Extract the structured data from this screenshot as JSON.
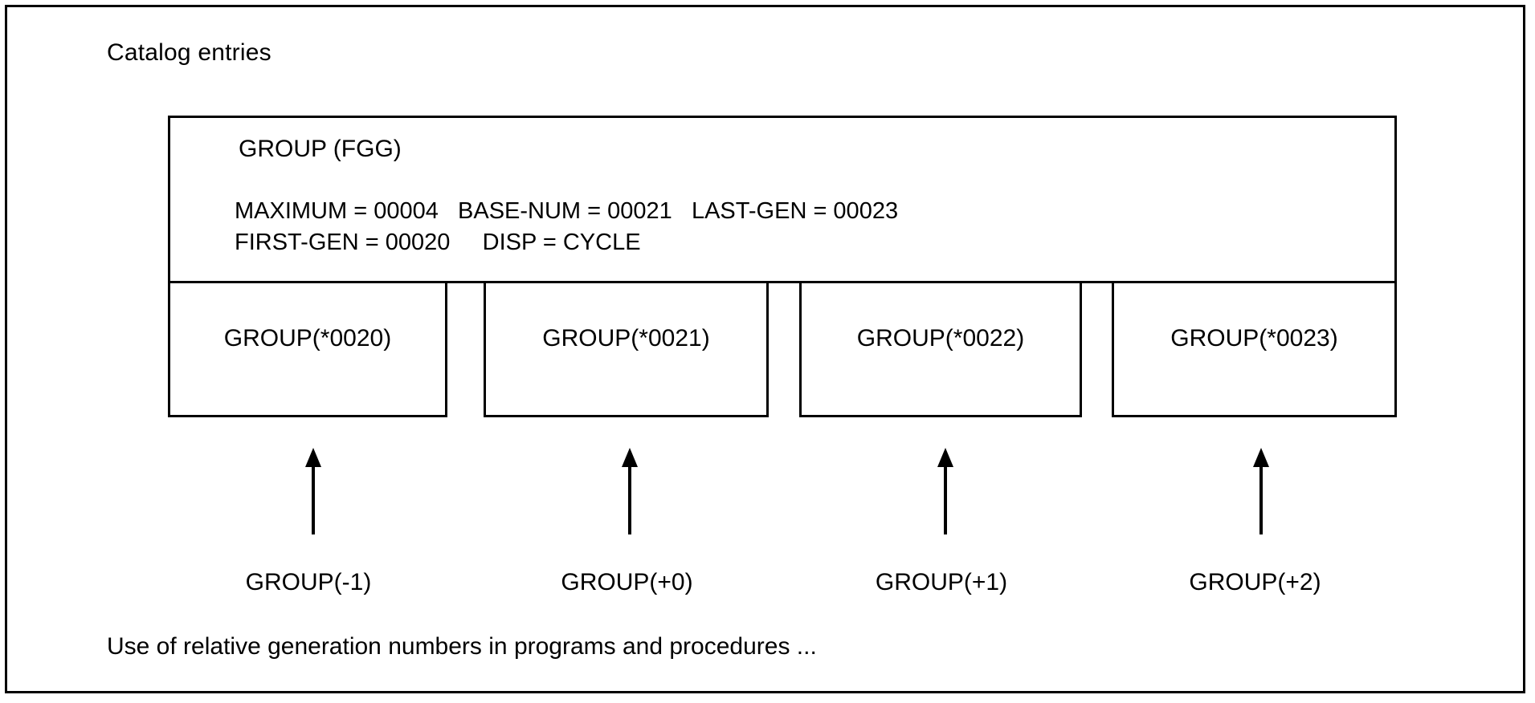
{
  "figure": {
    "heading": "Catalog entries",
    "caption": "Use of relative generation numbers in programs and procedures ..."
  },
  "catalog_entry": {
    "title": "GROUP (FGG)",
    "attributes_line_1": "MAXIMUM = 00004   BASE-NUM = 00021   LAST-GEN = 00023",
    "attributes_line_2": "FIRST-GEN = 00020     DISP = CYCLE",
    "attributes": [
      {
        "name": "MAXIMUM",
        "value": "00004"
      },
      {
        "name": "BASE-NUM",
        "value": "00021"
      },
      {
        "name": "LAST-GEN",
        "value": "00023"
      },
      {
        "name": "FIRST-GEN",
        "value": "00020"
      },
      {
        "name": "DISP",
        "value": "CYCLE"
      }
    ]
  },
  "generations": [
    {
      "absolute_label": "GROUP(*0020)",
      "relative_label": "GROUP(-1)"
    },
    {
      "absolute_label": "GROUP(*0021)",
      "relative_label": "GROUP(+0)"
    },
    {
      "absolute_label": "GROUP(*0022)",
      "relative_label": "GROUP(+1)"
    },
    {
      "absolute_label": "GROUP(*0023)",
      "relative_label": "GROUP(+2)"
    }
  ],
  "colors": {
    "line": "#000000",
    "text": "#000000",
    "background": "#ffffff"
  }
}
